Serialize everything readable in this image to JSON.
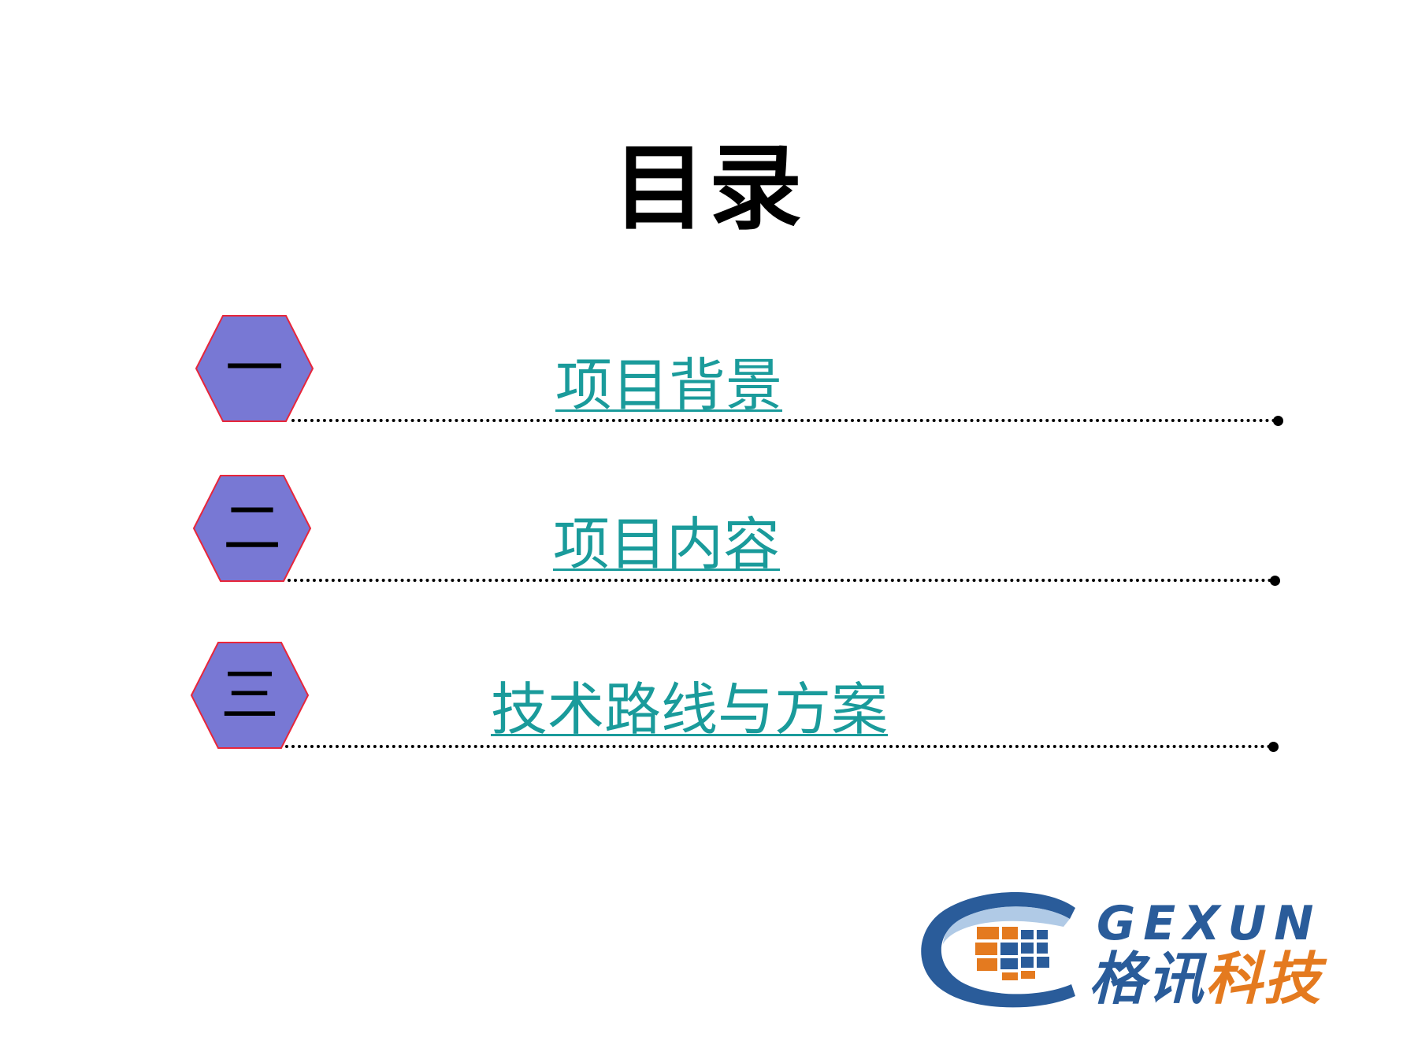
{
  "title": "目录",
  "toc": [
    {
      "number": "一",
      "label": "项目背景"
    },
    {
      "number": "二",
      "label": "项目内容"
    },
    {
      "number": "三",
      "label": "技术路线与方案"
    }
  ],
  "colors": {
    "hex_fill": "#7878d4",
    "hex_border": "#e8263a",
    "link": "#1a9b9b",
    "logo_blue": "#2a5c9a",
    "logo_orange": "#e47a1f"
  },
  "logo": {
    "en": "GEXUN",
    "cn_part1": "格讯",
    "cn_part2": "科技"
  }
}
